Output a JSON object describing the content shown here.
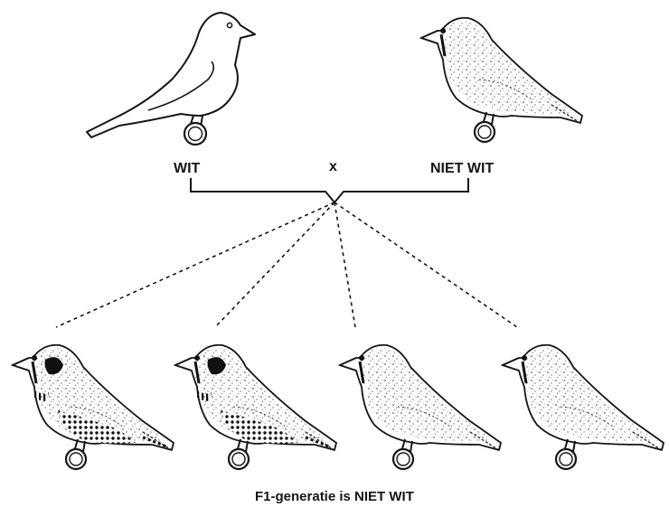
{
  "parents": {
    "left_label": "WIT",
    "cross_symbol": "x",
    "right_label": "NIET WIT"
  },
  "caption": "F1-generatie is NIET WIT",
  "colors": {
    "ink": "#151515",
    "background": "#ffffff"
  }
}
